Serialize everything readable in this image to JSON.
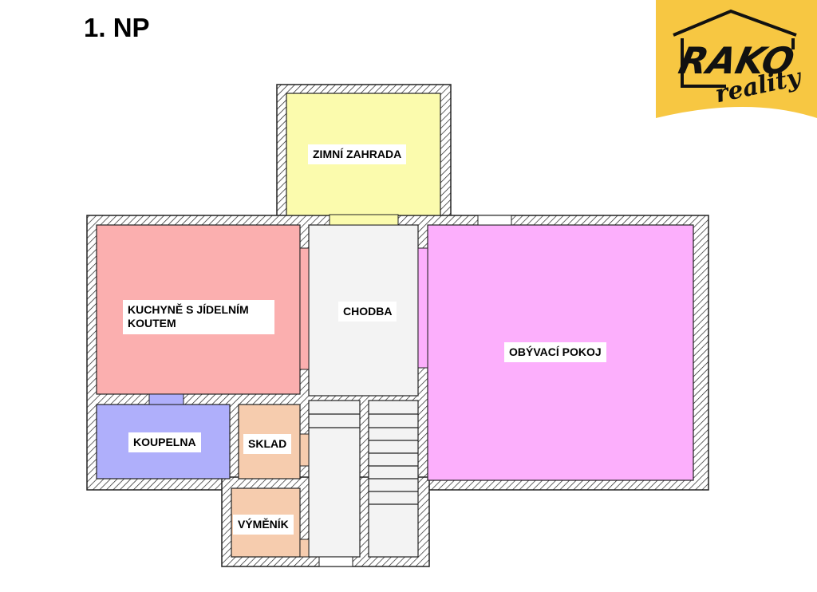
{
  "page": {
    "title": "1. NP"
  },
  "logo": {
    "brand": "RAKO",
    "tagline": "reality",
    "background": "#f7c742"
  },
  "colors": {
    "wall_fill": "#ffffff",
    "hatch": "#222222",
    "opening": "#ffffff"
  },
  "rooms": {
    "zimni_zahrada": {
      "label": "ZIMNÍ ZAHRADA",
      "color": "#fbfbad"
    },
    "kuchyne": {
      "label_line1": "KUCHYNĚ S JÍDELNÍM",
      "label_line2": "KOUTEM",
      "color": "#fbafaf"
    },
    "chodba": {
      "label": "CHODBA",
      "color": "#f3f3f3"
    },
    "obyvaci_pokoj": {
      "label": "OBÝVACÍ POKOJ",
      "color": "#fcaffc"
    },
    "koupelna": {
      "label": "KOUPELNA",
      "color": "#afaffb"
    },
    "sklad": {
      "label": "SKLAD",
      "color": "#f6ccae"
    },
    "vymenik": {
      "label": "VÝMĚNÍK",
      "color": "#f6ccae"
    },
    "stairs": {
      "color": "#f3f3f3"
    }
  }
}
